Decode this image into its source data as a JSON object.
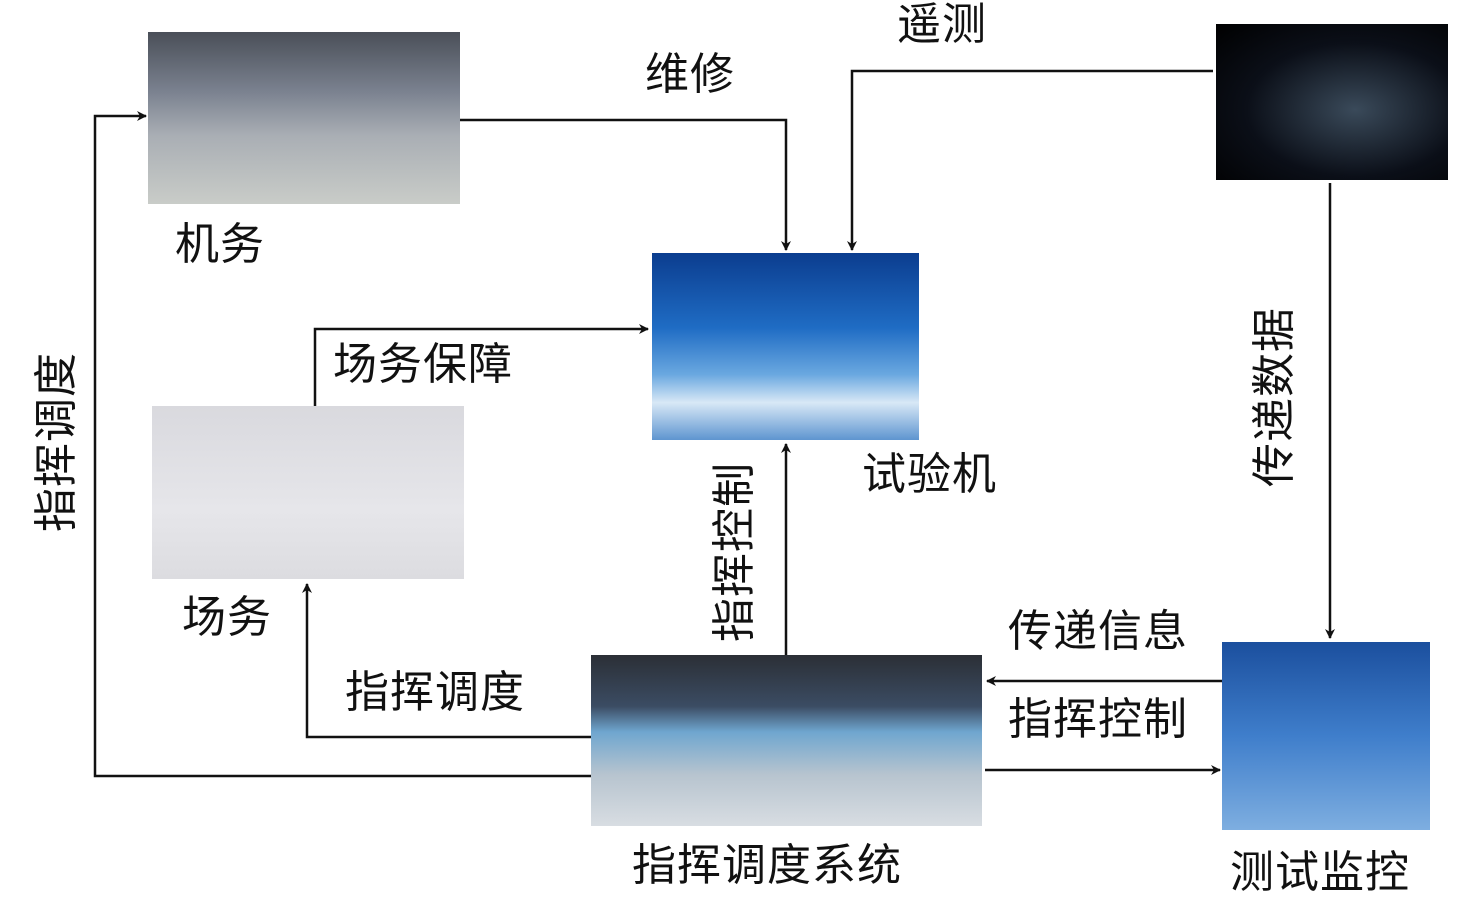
{
  "nodes": {
    "maintenance": {
      "label": "机务",
      "icon": "hangar-photo"
    },
    "test_aircraft": {
      "label": "试验机",
      "icon": "airplane-photo"
    },
    "satellite": {
      "icon": "satellite-photo"
    },
    "airfield": {
      "label": "场务",
      "icon": "airfield-vehicle-photo"
    },
    "command_system": {
      "label": "指挥调度系统",
      "icon": "control-room-photo"
    },
    "test_monitoring": {
      "label": "测试监控",
      "icon": "radar-dish-photo"
    }
  },
  "edges": {
    "repair": "维修",
    "telemetry": "遥测",
    "transfer_data": "传递数据",
    "airfield_support": "场务保障",
    "command_control_up": "指挥控制",
    "dispatch_airfield": "指挥调度",
    "dispatch_maintenance": "指挥调度",
    "transfer_info": "传递信息",
    "command_control_right": "指挥控制"
  }
}
